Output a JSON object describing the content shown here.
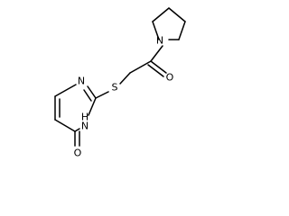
{
  "atoms": {
    "carbonyl_o_top": "O",
    "pyrrolidine_n": "N",
    "thioether_s": "S",
    "ring_n3": "N",
    "ring_nh": "H",
    "ring_n1": "N",
    "carbonyl_o_bottom": "O"
  }
}
